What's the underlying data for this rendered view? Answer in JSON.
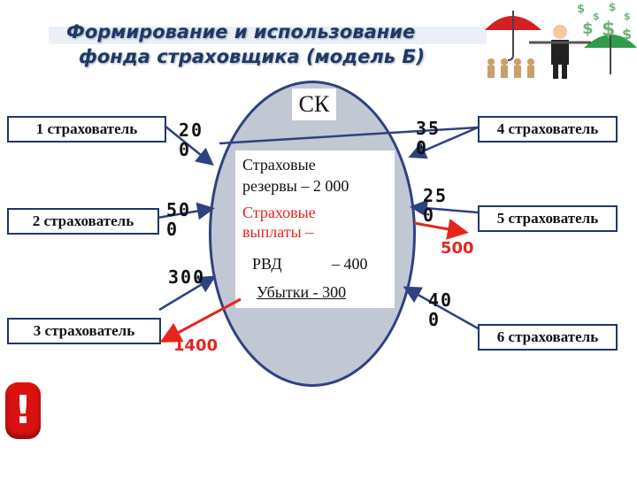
{
  "title": {
    "line1": "Формирование и использование",
    "line2": "фонда страховщика (модель Б)"
  },
  "center": {
    "label": "СК",
    "reserves_line1": "Страховые",
    "reserves_line2": "резервы –  2 000",
    "payouts_line1": "Страховые",
    "payouts_line2": "выплаты –",
    "rvd_label": "РВД",
    "rvd_value": "– 400",
    "losses": "Убытки - 300"
  },
  "policyholders": [
    {
      "label": "1 страхователь",
      "contribution": "200"
    },
    {
      "label": "2 страхователь",
      "contribution": "500"
    },
    {
      "label": "3 страхователь",
      "contribution": "300",
      "payout": "1400"
    },
    {
      "label": "4 страхователь",
      "contribution": "350"
    },
    {
      "label": "5 страхователь",
      "contribution": "250",
      "payout": "500"
    },
    {
      "label": "6 страхователь",
      "contribution": "400"
    }
  ],
  "warning_symbol": "!",
  "colors": {
    "arrow": "#2f4180",
    "payout": "#e8241d",
    "title": "#1f3864"
  },
  "icons": [
    "umbrella-person-illustration",
    "exclamation-icon"
  ]
}
